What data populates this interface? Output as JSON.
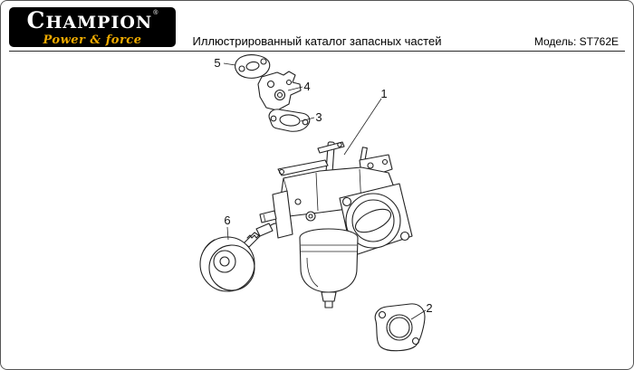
{
  "logo": {
    "brand": "CHAMPION",
    "registered": "®",
    "tagline": "Power & force"
  },
  "header": {
    "title": "Иллюстрированный каталог запасных частей",
    "model": "Модель: ST762E"
  },
  "diagram": {
    "description": "Exploded parts diagram of carburetor assembly",
    "callouts": [
      {
        "label": "1"
      },
      {
        "label": "2"
      },
      {
        "label": "3"
      },
      {
        "label": "4"
      },
      {
        "label": "5"
      },
      {
        "label": "6"
      }
    ]
  }
}
